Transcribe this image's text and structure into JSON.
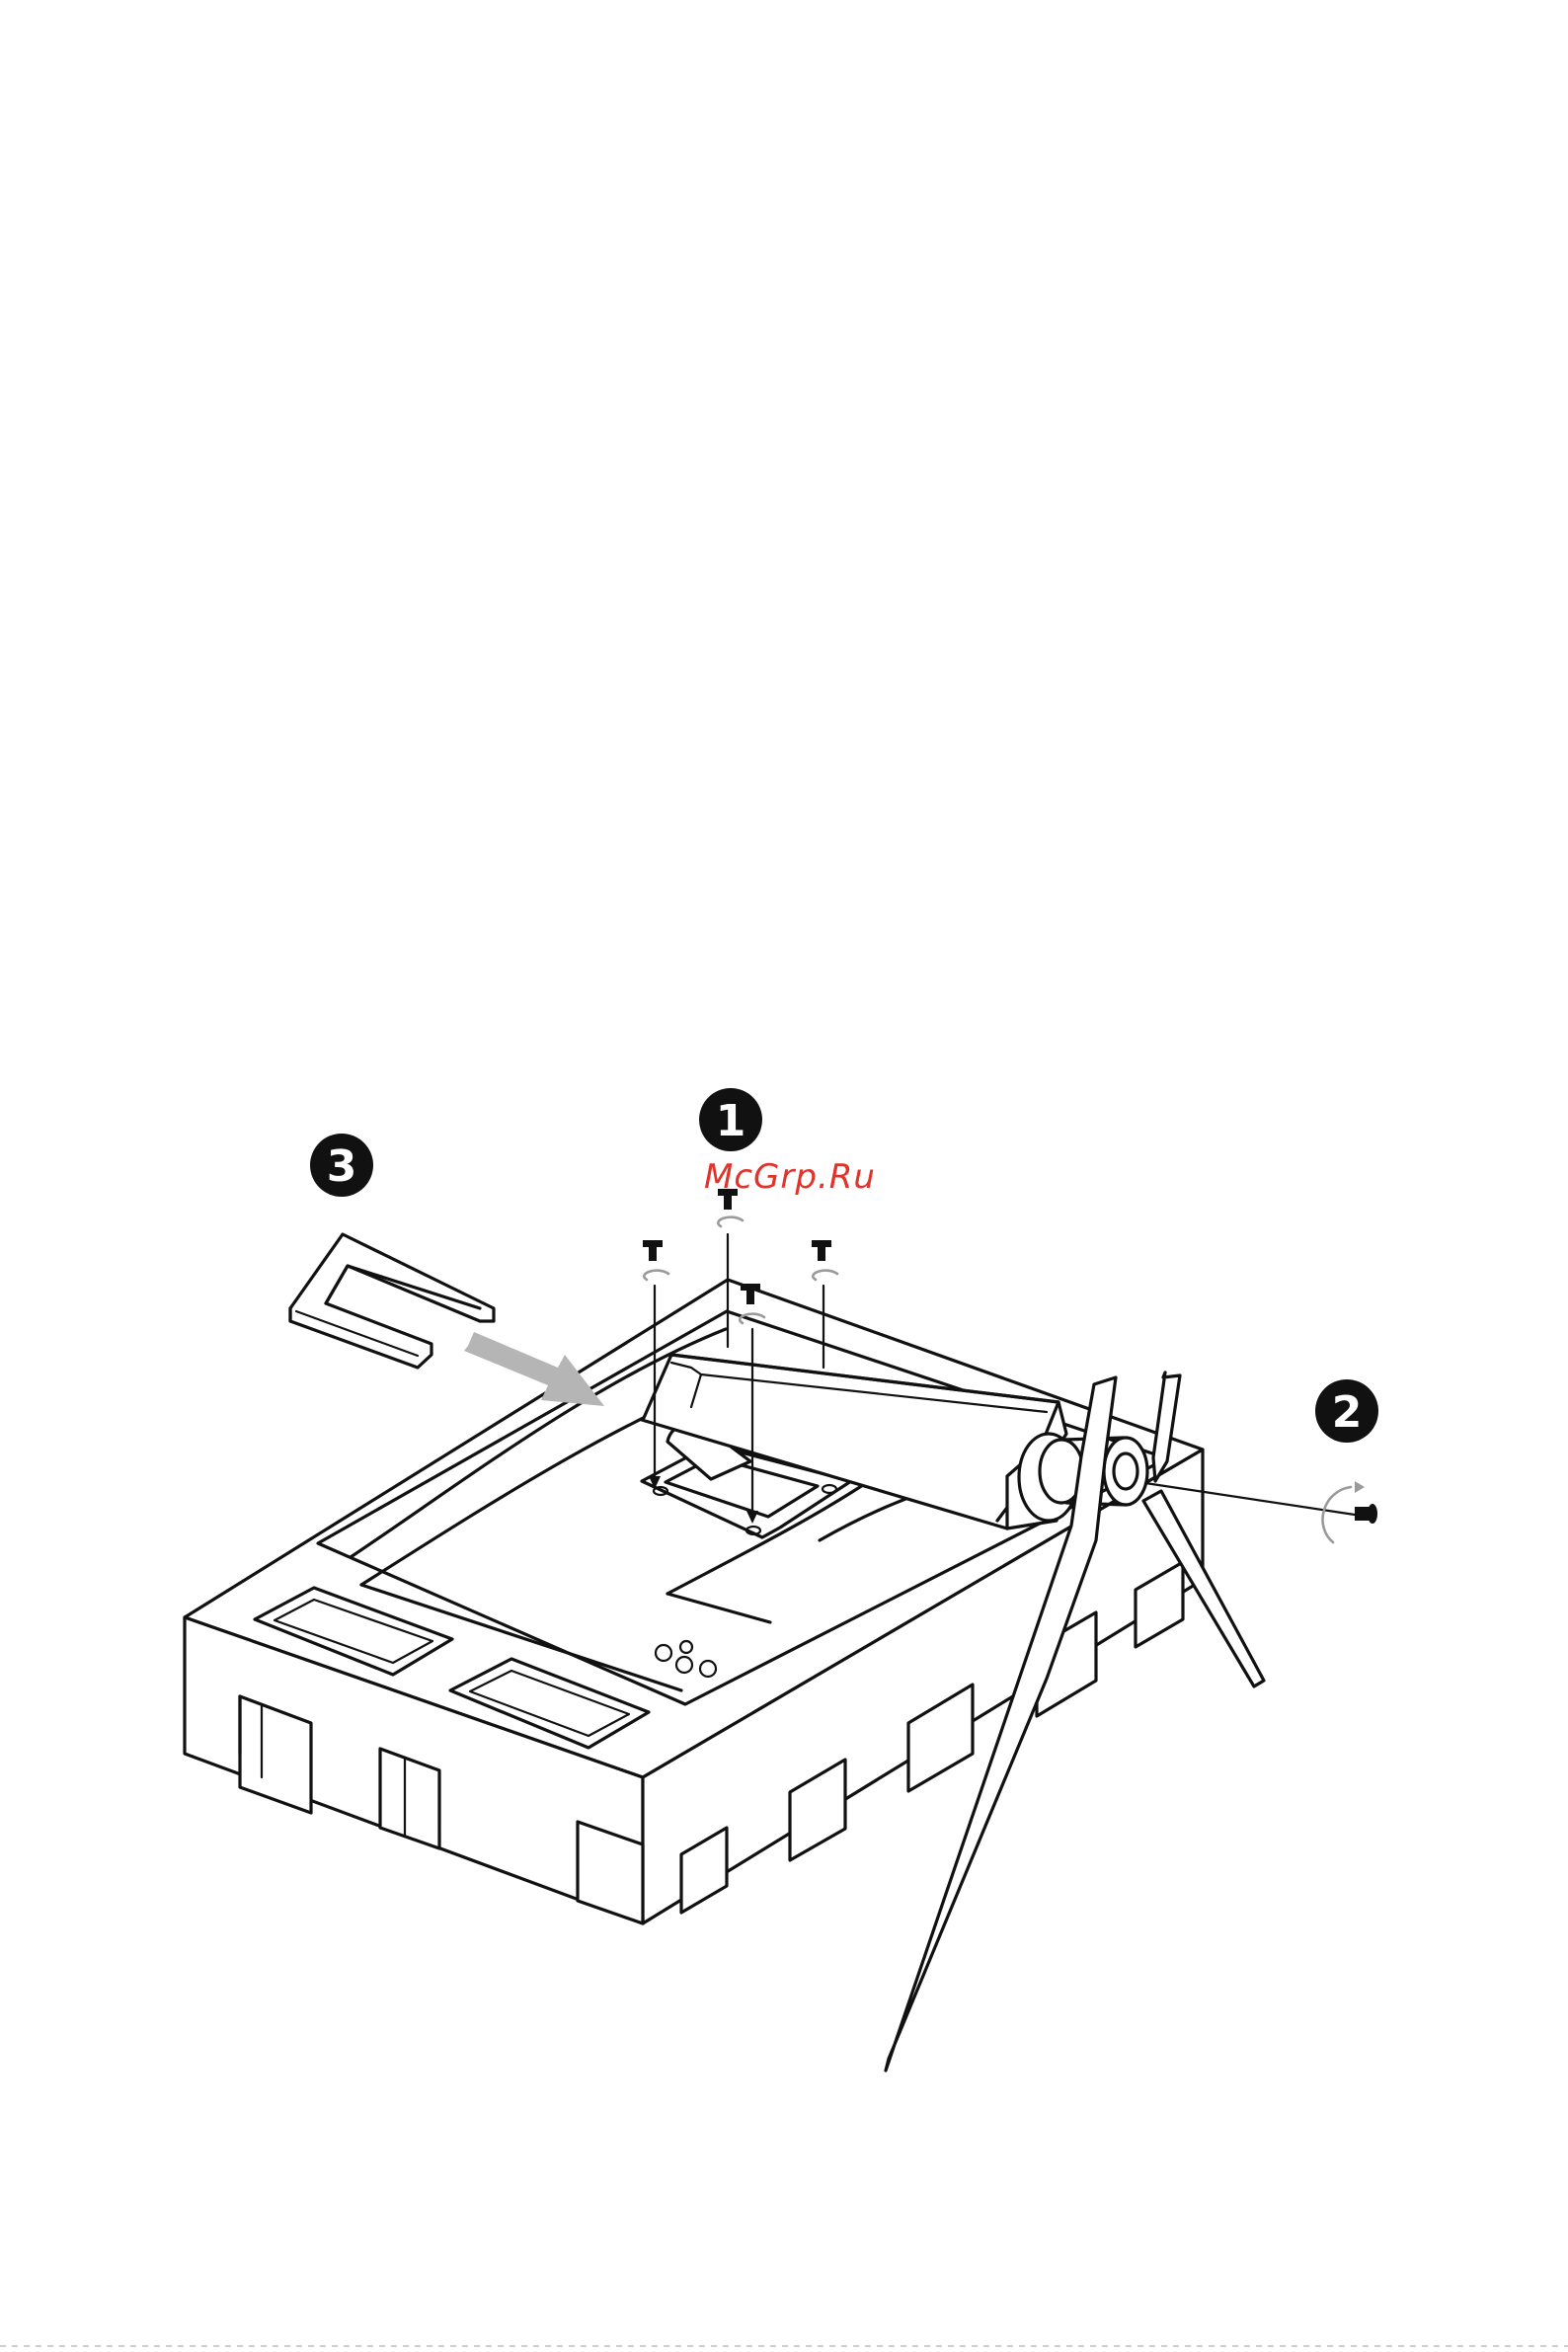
{
  "watermark": "McGrp.Ru",
  "steps": [
    {
      "number": "1"
    },
    {
      "number": "2"
    },
    {
      "number": "3"
    }
  ],
  "colors": {
    "watermark": "#e0332b",
    "line_art": "#111111",
    "accent_arrow": "#b5b5b5",
    "background": "#ffffff"
  },
  "icons": [
    "screw-icon",
    "rotate-arrow-icon",
    "insert-arrow-icon"
  ]
}
